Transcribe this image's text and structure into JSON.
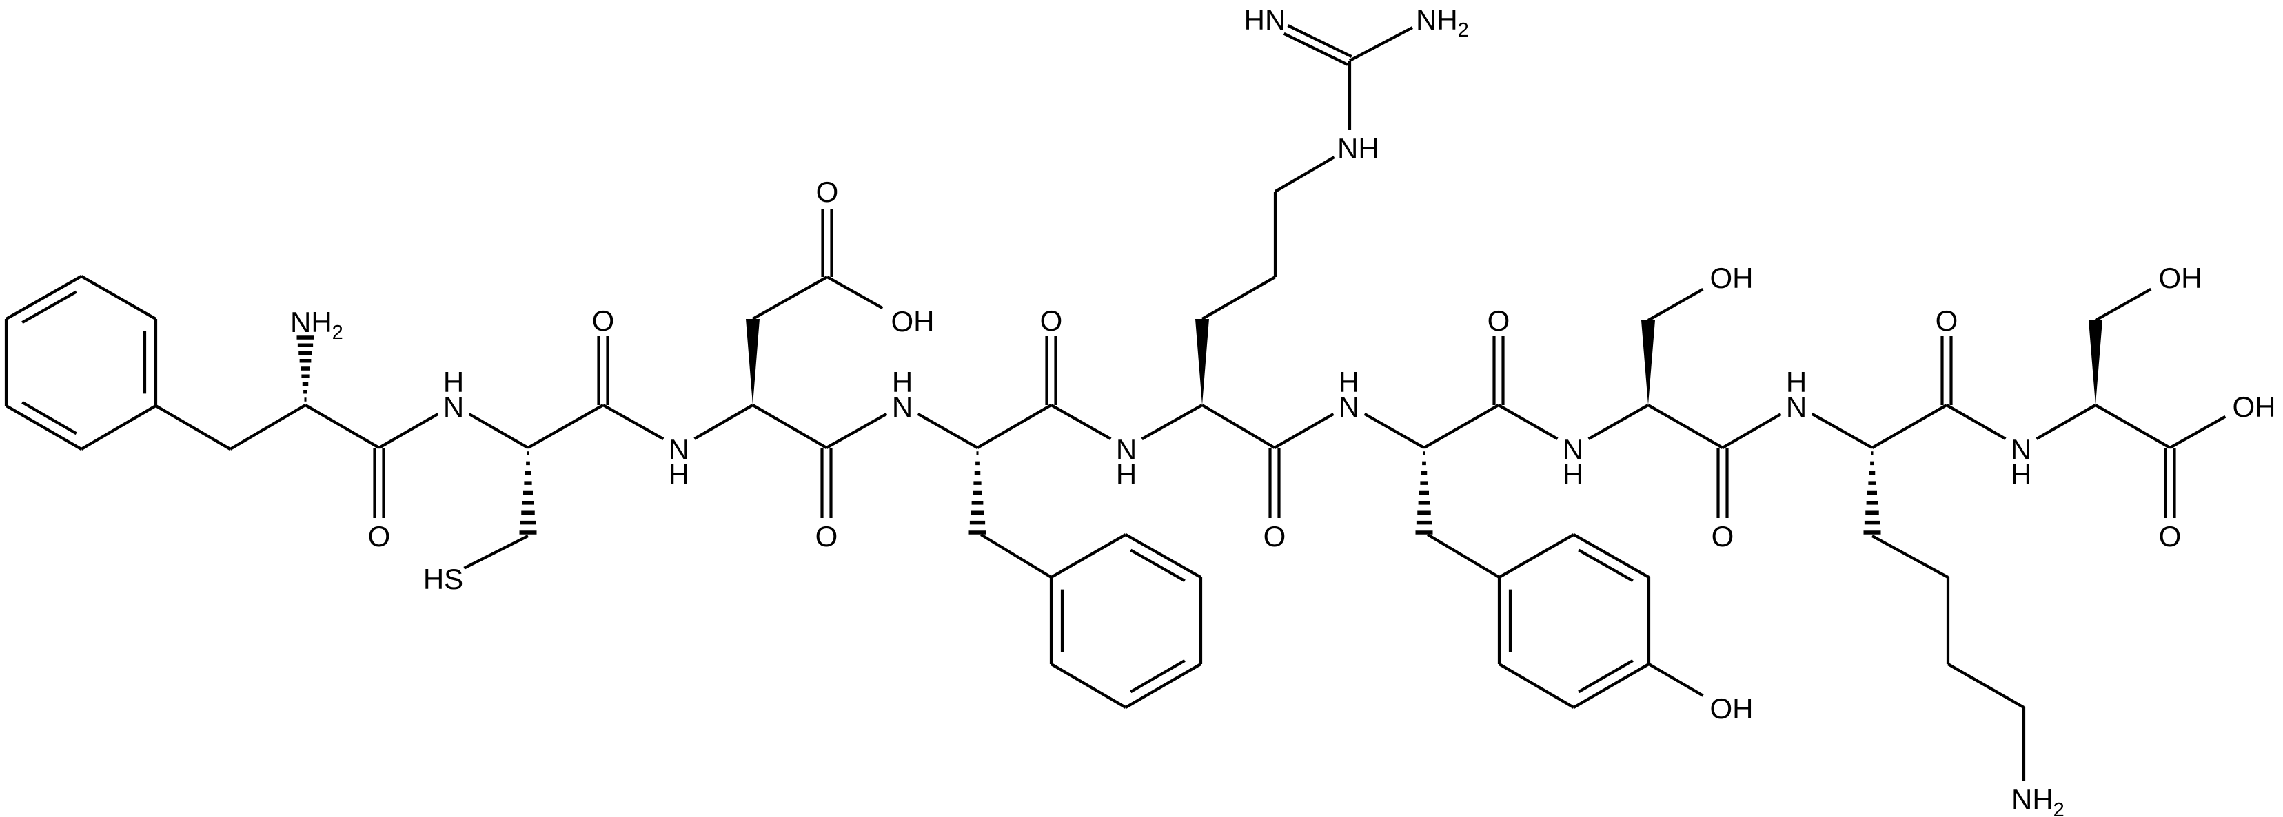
{
  "diagram": {
    "title": "Peptide structure: H-Phe-Cys-Asp-Phe-Arg-Tyr-Ser-Lys-Ser-OH",
    "colors": {
      "background": "#ffffff",
      "ink": "#000000"
    },
    "residues": [
      "Phe",
      "Cys",
      "Asp",
      "Phe",
      "Arg",
      "Tyr",
      "Ser",
      "Lys",
      "Ser"
    ],
    "labels": {
      "phe1_nh2": "NH",
      "phe1_nh2_sub": "2",
      "n1": "N",
      "n1_h": "H",
      "o1": "O",
      "cys_sh": "HS",
      "o2": "O",
      "n2": "N",
      "n2_h": "H",
      "asp_o": "O",
      "asp_oh": "OH",
      "o3": "O",
      "n3": "N",
      "n3_h": "H",
      "o4": "O",
      "n4": "N",
      "n4_h": "H",
      "arg_ne": "NH",
      "arg_imine": "HN",
      "arg_nh2": "NH",
      "arg_nh2_sub": "2",
      "o5": "O",
      "n5": "N",
      "n5_h": "H",
      "tyr_oh": "OH",
      "o6": "O",
      "n6": "N",
      "n6_h": "H",
      "ser1_oh": "OH",
      "o7": "O",
      "n7": "N",
      "n7_h": "H",
      "lys_nh2": "NH",
      "lys_nh2_sub": "2",
      "o8": "O",
      "n8": "N",
      "n8_h": "H",
      "ser2_oh": "OH",
      "cterm_o": "O",
      "cterm_oh": "OH"
    }
  }
}
